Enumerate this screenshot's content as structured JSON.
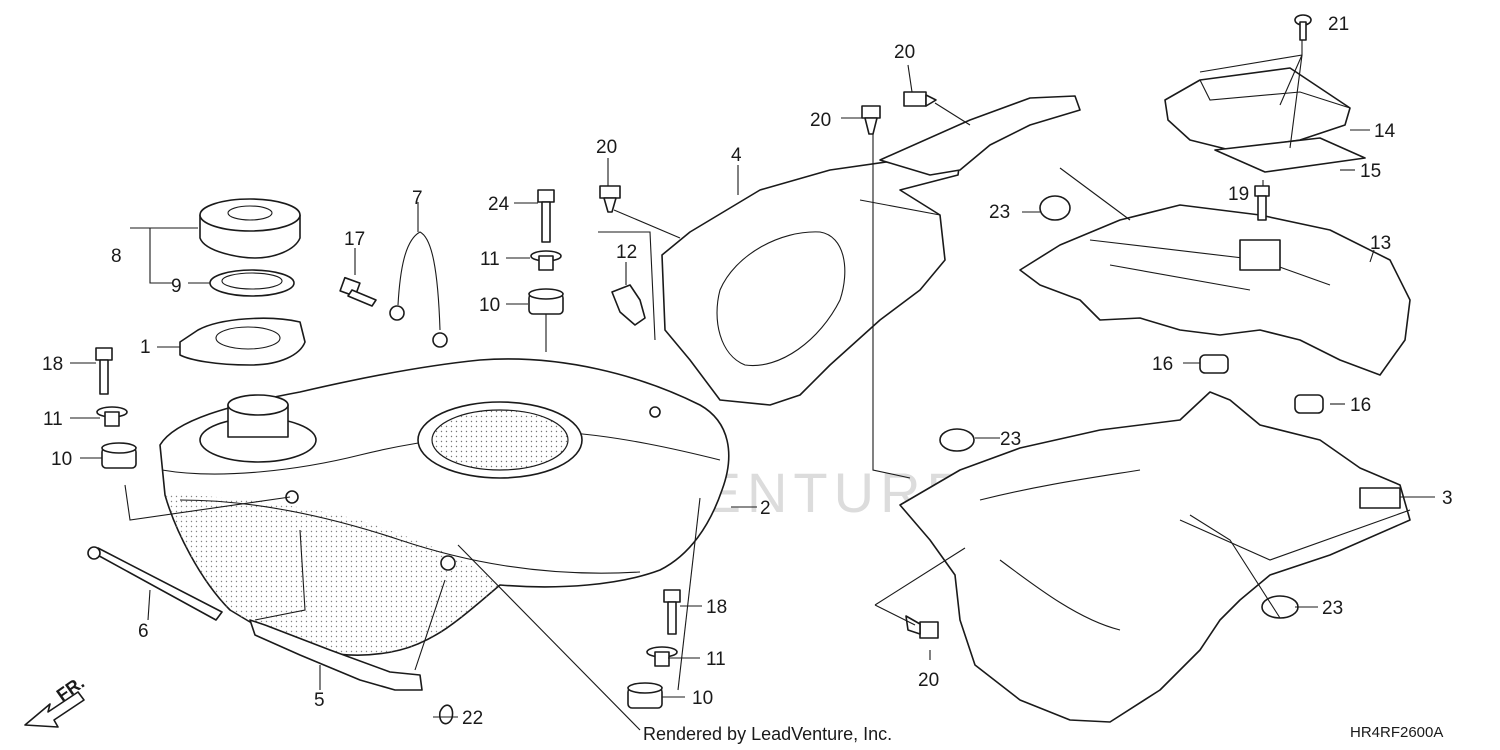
{
  "diagram": {
    "callouts": [
      {
        "id": "c1",
        "label": "1"
      },
      {
        "id": "c2",
        "label": "2"
      },
      {
        "id": "c3",
        "label": "3"
      },
      {
        "id": "c4",
        "label": "4"
      },
      {
        "id": "c5",
        "label": "5"
      },
      {
        "id": "c6",
        "label": "6"
      },
      {
        "id": "c7",
        "label": "7"
      },
      {
        "id": "c8",
        "label": "8"
      },
      {
        "id": "c9",
        "label": "9"
      },
      {
        "id": "c10a",
        "label": "10"
      },
      {
        "id": "c10b",
        "label": "10"
      },
      {
        "id": "c10c",
        "label": "10"
      },
      {
        "id": "c11a",
        "label": "11"
      },
      {
        "id": "c11b",
        "label": "11"
      },
      {
        "id": "c11c",
        "label": "11"
      },
      {
        "id": "c12",
        "label": "12"
      },
      {
        "id": "c13",
        "label": "13"
      },
      {
        "id": "c14",
        "label": "14"
      },
      {
        "id": "c15",
        "label": "15"
      },
      {
        "id": "c16a",
        "label": "16"
      },
      {
        "id": "c16b",
        "label": "16"
      },
      {
        "id": "c17",
        "label": "17"
      },
      {
        "id": "c18a",
        "label": "18"
      },
      {
        "id": "c18b",
        "label": "18"
      },
      {
        "id": "c19",
        "label": "19"
      },
      {
        "id": "c20a",
        "label": "20"
      },
      {
        "id": "c20b",
        "label": "20"
      },
      {
        "id": "c20c",
        "label": "20"
      },
      {
        "id": "c20d",
        "label": "20"
      },
      {
        "id": "c21",
        "label": "21"
      },
      {
        "id": "c22",
        "label": "22"
      },
      {
        "id": "c23a",
        "label": "23"
      },
      {
        "id": "c23b",
        "label": "23"
      },
      {
        "id": "c23c",
        "label": "23"
      },
      {
        "id": "c24",
        "label": "24"
      }
    ],
    "front_label": "FR.",
    "watermark": "LEADVENTURE",
    "credit": "Rendered by LeadVenture, Inc.",
    "diagram_code": "HR4RF2600A"
  }
}
